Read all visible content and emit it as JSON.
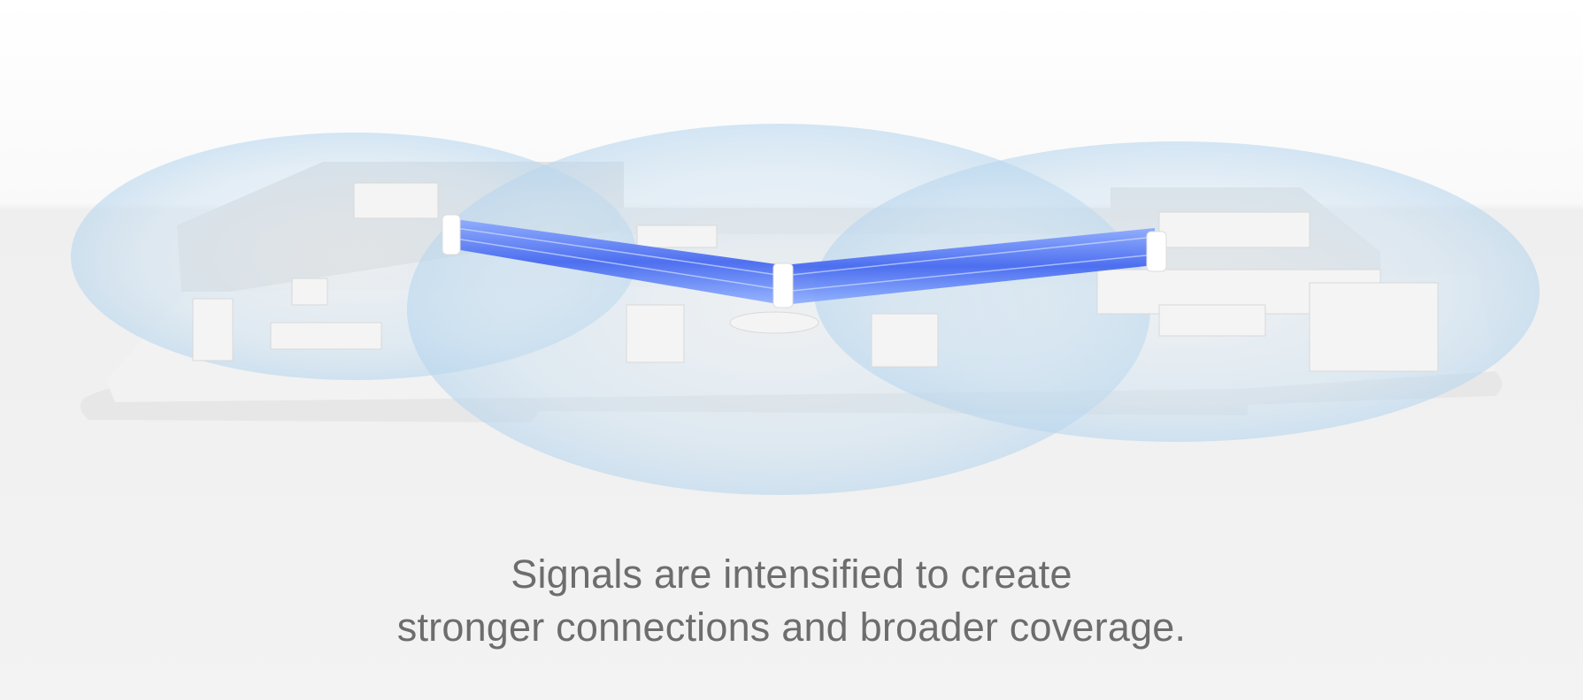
{
  "caption": {
    "line1": "Signals are intensified to create",
    "line2": "stronger connections and broader coverage."
  },
  "colors": {
    "background": "#fafafa",
    "coverage": "#bcd9ee",
    "beam": "#4a6ff0",
    "caption_text": "#6d6d6d"
  },
  "icons": [
    "mesh-router-icon",
    "signal-beam",
    "coverage-zone"
  ]
}
